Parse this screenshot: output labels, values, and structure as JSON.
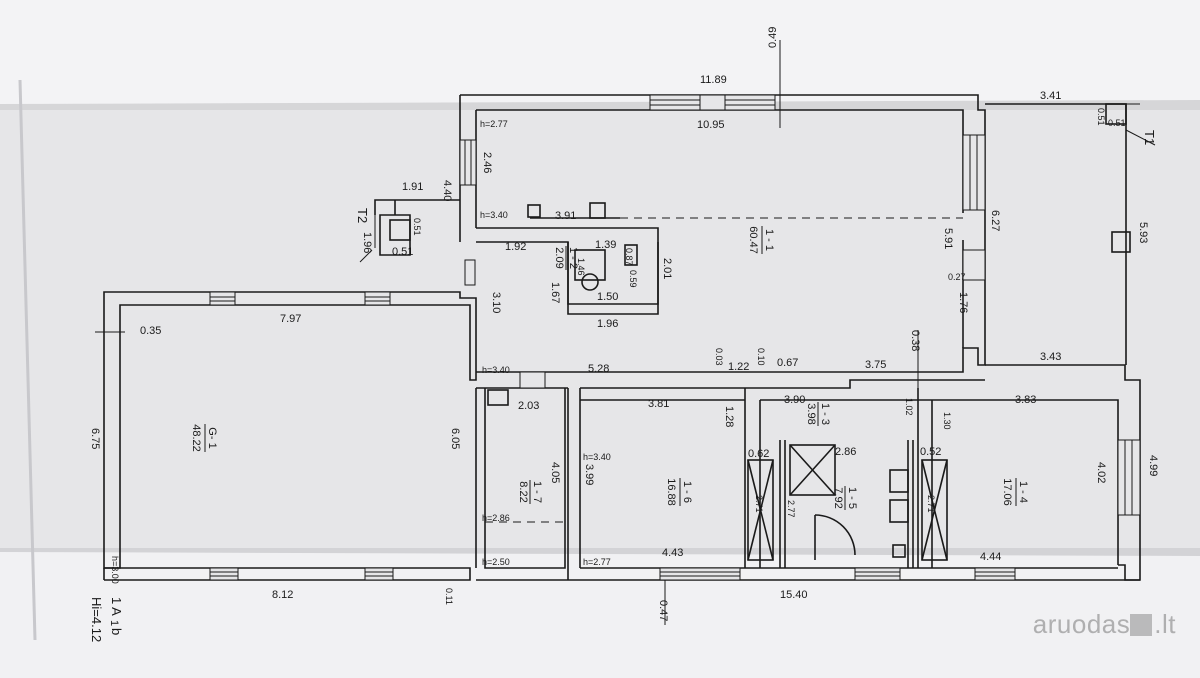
{
  "plan": {
    "code": "1 A",
    "code_suffix": "1",
    "code_suffix2": "b",
    "height_label": "Hi=4.12",
    "rooms": {
      "garage": {
        "id": "G- 1",
        "area": "48.22"
      },
      "r11": {
        "id": "1 - 1",
        "area": "60.47"
      },
      "r12": {
        "id": "1 - 2",
        "area": "2.09"
      },
      "r13": {
        "id": "1 - 3",
        "area": "3.98"
      },
      "r14": {
        "id": "1 - 4",
        "area": "17.06"
      },
      "r15": {
        "id": "1 - 5",
        "area": "7.92"
      },
      "r16": {
        "id": "1 - 6",
        "area": "16.88"
      },
      "r17": {
        "id": "1 - 7",
        "area": "8.22"
      }
    },
    "terraces": {
      "t1": "T1",
      "t2": "T2"
    },
    "dims": {
      "d1189": "11.89",
      "d049": "0.49",
      "d1095": "10.95",
      "d341": "3.41",
      "d051a": "0.51",
      "d051b": "0.51",
      "d277a": "h=2.77",
      "d246": "2.46",
      "d191": "1.91",
      "d440": "4.40",
      "d340a": "h=3.40",
      "d391": "3.91",
      "d051c": "0.51",
      "d051d": "0.51",
      "d196a": "1.96",
      "d192": "1.92",
      "d139": "1.39",
      "d087": "0.87",
      "d201": "2.01",
      "d146": "1.46",
      "d059": "0.59",
      "d167": "1.67",
      "d150": "1.50",
      "d310": "3.10",
      "d196b": "1.96",
      "d591": "5.91",
      "d627": "6.27",
      "d593": "5.93",
      "d027": "0.27",
      "d176": "1.76",
      "d038": "0.38",
      "d035": "0.35",
      "d797": "7.97",
      "d675": "6.75",
      "d605": "6.05",
      "d340b": "h=3.40",
      "d528": "5.28",
      "d003": "0.03",
      "d122": "1.22",
      "d010": "0.10",
      "d067": "0.67",
      "d375": "3.75",
      "d343": "3.43",
      "d203": "2.03",
      "d381": "3.81",
      "d128": "1.28",
      "d390": "3.90",
      "d102": "1.02",
      "d130": "1.30",
      "d383": "3.83",
      "d405": "4.05",
      "d340c": "h=3.40",
      "d399": "3.99",
      "d062": "0.62",
      "d286": "2.86",
      "d052": "0.52",
      "d402": "4.02",
      "d499": "4.99",
      "d271a": "2.71",
      "d277b": "2.77",
      "d271b": "2.71",
      "d286h": "h=2.86",
      "d300h": "h=3.00",
      "d250h": "h=2.50",
      "d277h": "h=2.77",
      "d443": "4.43",
      "d444": "4.44",
      "d812": "8.12",
      "d011": "0.11",
      "d1540": "15.40",
      "d047": "0.47"
    }
  },
  "watermark": {
    "text": "aruodas",
    "suffix": ".lt"
  }
}
